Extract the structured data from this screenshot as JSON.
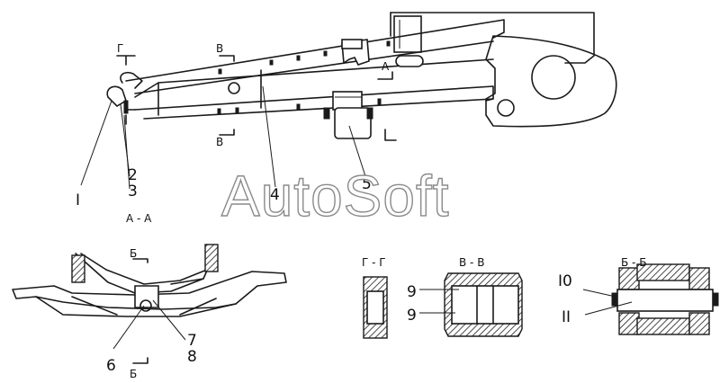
{
  "watermark": "AutoSoft",
  "callouts": {
    "c1": "I",
    "c2": "2",
    "c3": "3",
    "c4": "4",
    "c5": "5",
    "c6": "6",
    "c7": "7",
    "c8": "8",
    "c9a": "9",
    "c9b": "9",
    "c10": "I0",
    "c11": "II"
  },
  "section_marks": {
    "a_top": "А",
    "g_top": "Г",
    "v_top": "В",
    "v_bottom": "В",
    "b_top": "Б",
    "b_bottom": "Б"
  },
  "section_titles": {
    "aa": "А - А",
    "gg": "Г - Г",
    "vv": "В - В",
    "bb": "Б - Б"
  }
}
